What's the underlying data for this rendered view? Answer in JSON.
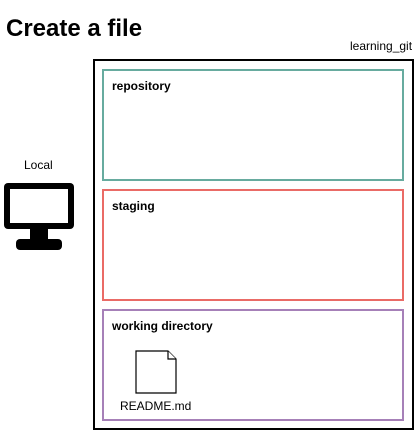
{
  "title": "Create a file",
  "repository_name": "learning_git",
  "local": {
    "label": "Local",
    "icon": "monitor-icon"
  },
  "areas": [
    {
      "label": "repository",
      "color": "#67ab9f"
    },
    {
      "label": "staging",
      "color": "#ea6b66"
    },
    {
      "label": "working directory",
      "color": "#a680b8"
    }
  ],
  "files": [
    {
      "name": "README.md",
      "icon": "file-icon",
      "area": "working directory"
    }
  ]
}
